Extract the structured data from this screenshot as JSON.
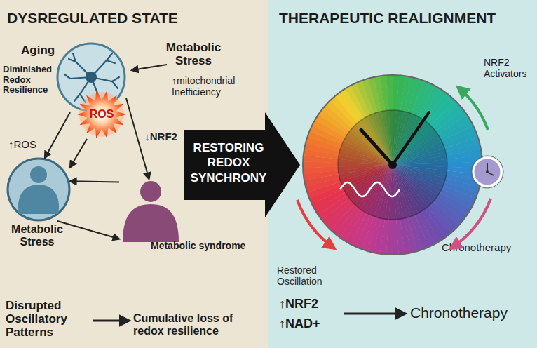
{
  "diagram": {
    "nodes": [
      {
        "text": [
          "DYSREGULATED STATE"
        ]
      },
      {
        "text": [
          "Aging",
          "Diminished Redox Resilience"
        ],
        "in": 0
      },
      {
        "text": [
          "ROS"
        ],
        "in": 0
      },
      {
        "text": [
          "Metabolic Stress"
        ],
        "in": 0
      },
      {
        "text": [
          "Metabolic syndrome"
        ],
        "in": 0
      },
      {
        "text": [
          "RESTORING REDOX SYNCHRONY"
        ]
      },
      {
        "text": [
          "THERAPEUTIC REALIGNMENT"
        ]
      },
      {
        "text": [
          "Restored Oscillation"
        ],
        "in": 6
      },
      {
        "text": [
          "Chronotherapy"
        ],
        "in": 6
      }
    ],
    "edges": [
      {
        "from": 1,
        "to": 3,
        "arrow": "to"
      },
      {
        "from": 2,
        "to": 3,
        "arrow": "to"
      },
      {
        "from": 1,
        "to": 4,
        "arrow": "to",
        "label": "↓NRF2"
      },
      {
        "from": 4,
        "to": 3,
        "arrow": "to"
      },
      {
        "from": 3,
        "to": 4,
        "arrow": "to"
      }
    ],
    "labels": [
      "Metabolic Stress",
      "↑mitochondrial Inefficiency",
      "↑ROS",
      "Disrupted Oscillatory Patterns",
      "Cumulative loss of redox resilience",
      "NRF2 Activators",
      "↑NRF2",
      "↑NAD+",
      "Chronotherapy"
    ]
  }
}
